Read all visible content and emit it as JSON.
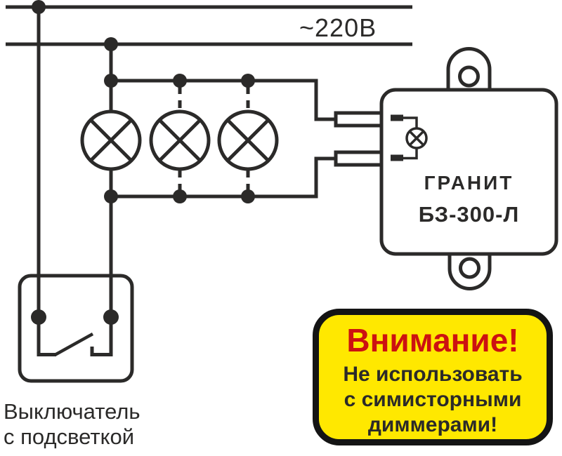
{
  "power": {
    "voltage_label": "~220В"
  },
  "device": {
    "brand": "ГРАНИТ",
    "model": "БЗ-300-Л"
  },
  "switch": {
    "label_line1": "Выключатель",
    "label_line2": "с подсветкой"
  },
  "warning": {
    "title": "Внимание!",
    "lines": [
      "Не использовать",
      "с симисторными",
      "диммерами!"
    ]
  },
  "lamps": {
    "count": 3
  },
  "icons": {
    "lamp": "lamp-icon",
    "indicator_lamp": "indicator-lamp-icon",
    "mounting_tab": "mounting-tab-icon",
    "switch_contact": "switch-contact-icon"
  },
  "colors": {
    "diagram_stroke": "#2b2a29",
    "warning_background": "#ffe800",
    "warning_border": "#141414",
    "warning_title_color": "#cc1111",
    "page_background": "#ffffff"
  }
}
